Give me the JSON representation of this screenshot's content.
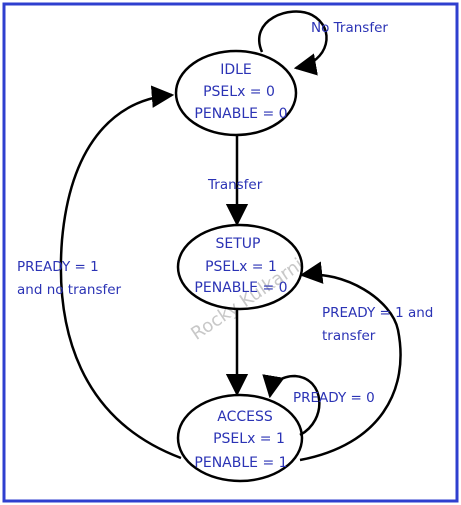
{
  "states": {
    "idle": {
      "name": "IDLE",
      "psel": "PSELx = 0",
      "penable": "PENABLE = 0"
    },
    "setup": {
      "name": "SETUP",
      "psel": "PSELx = 1",
      "penable": "PENABLE = 0"
    },
    "access": {
      "name": "ACCESS",
      "psel": "PSELx = 1",
      "penable": "PENABLE = 1"
    }
  },
  "transitions": {
    "idle_self": "No Transfer",
    "idle_to_setup": "Transfer",
    "access_to_idle_line1": "PREADY = 1",
    "access_to_idle_line2": "and no transfer",
    "access_to_setup_line1": "PREADY = 1 and",
    "access_to_setup_line2": "transfer",
    "access_self": "PREADY = 0"
  },
  "watermark": "Rocky Kulkarni",
  "colors": {
    "ink": "#000000",
    "text": "#2b33b5",
    "border": "#2f3fcf",
    "watermark": "#c8c8c8"
  }
}
